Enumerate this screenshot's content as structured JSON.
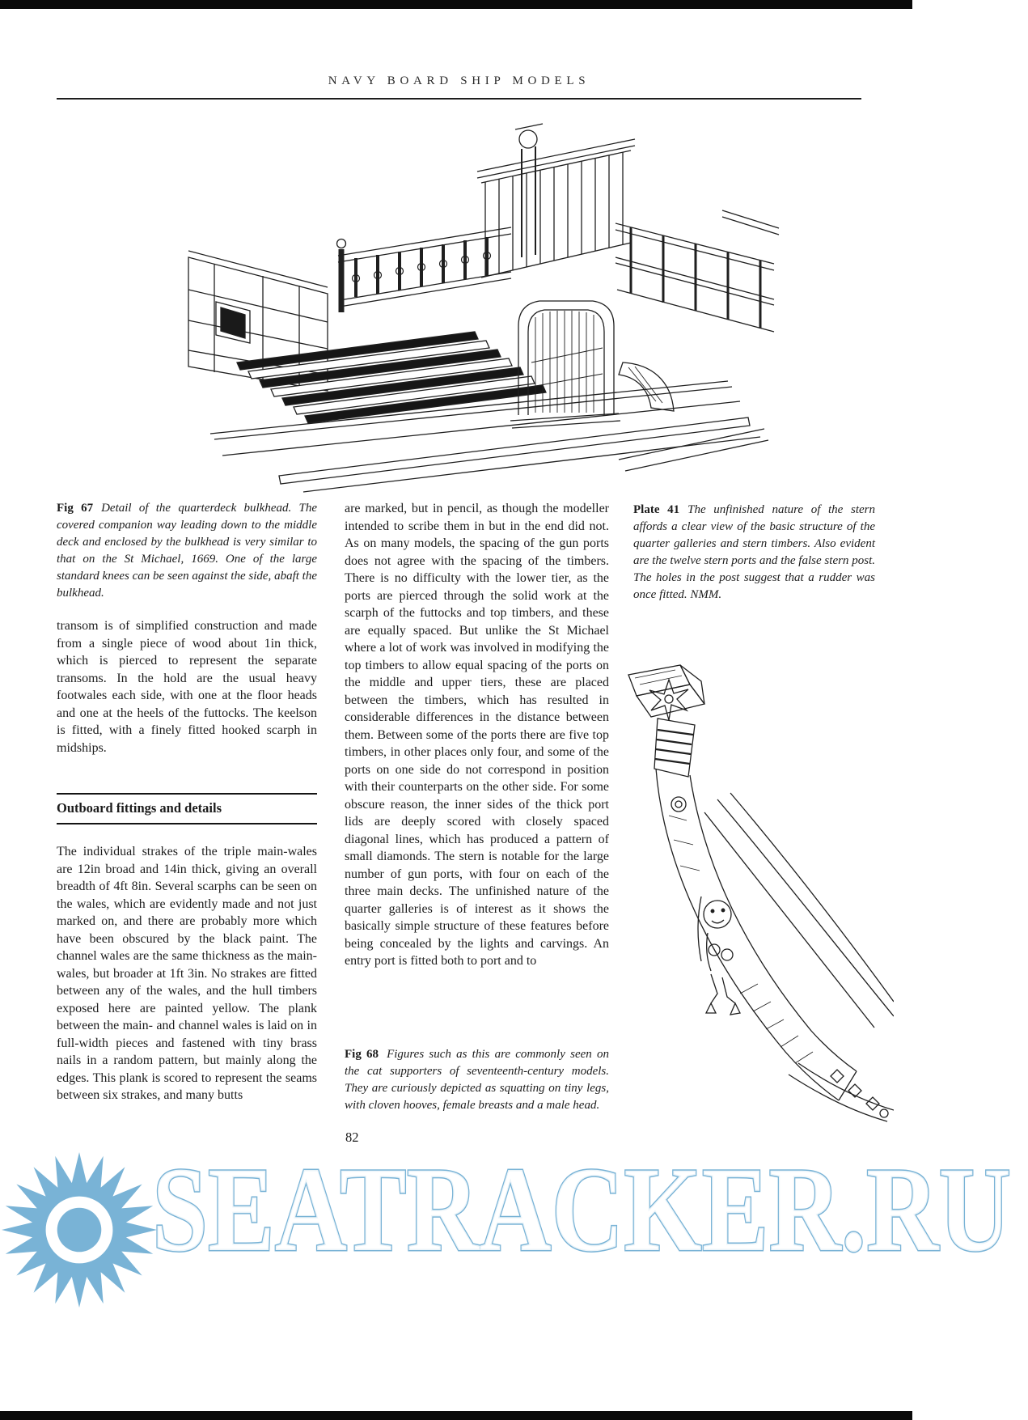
{
  "page": {
    "header": "NAVY BOARD SHIP MODELS",
    "page_number": "82"
  },
  "captions": {
    "fig67_label": "Fig 67",
    "fig67_text": "Detail of the quarterdeck bulkhead. The covered companion way leading down to the middle deck and enclosed by the bulkhead is very similar to that on the St Michael, 1669. One of the large standard knees can be seen against the side, abaft the bulkhead.",
    "fig68_label": "Fig 68",
    "fig68_text": "Figures such as this are commonly seen on the cat supporters of seventeenth-century models. They are curiously depicted as squatting on tiny legs, with cloven hooves, female breasts and a male head.",
    "plate41_label": "Plate 41",
    "plate41_text": "The unfinished nature of the stern affords a clear view of the basic structure of the quarter galleries and stern timbers. Also evident are the twelve stern ports and the false stern post. The holes in the post suggest that a rudder was once fitted. NMM."
  },
  "left_column": {
    "para1": "transom is of simplified construction and made from a single piece of wood about 1in thick, which is pierced to represent the separate transoms. In the hold are the usual heavy footwales each side, with one at the floor heads and one at the heels of the futtocks. The keelson is fitted, with a finely fitted hooked scarph in midships.",
    "heading": "Outboard fittings and details",
    "para2": "The individual strakes of the triple main-wales are 12in broad and 14in thick, giving an overall breadth of 4ft 8in. Several scarphs can be seen on the wales, which are evidently made and not just marked on, and there are probably more which have been obscured by the black paint. The channel wales are the same thickness as the main-wales, but broader at 1ft 3in. No strakes are fitted between any of the wales, and the hull timbers exposed here are painted yellow. The plank between the main- and channel wales is laid on in full-width pieces and fastened with tiny brass nails in a random pattern, but mainly along the edges. This plank is scored to represent the seams between six strakes, and many butts"
  },
  "middle_column": {
    "para1": "are marked, but in pencil, as though the modeller intended to scribe them in but in the end did not. As on many models, the spacing of the gun ports does not agree with the spacing of the timbers. There is no difficulty with the lower tier, as the ports are pierced through the solid work at the scarph of the futtocks and top timbers, and these are equally spaced. But unlike the St Michael where a lot of work was involved in modifying the top timbers to allow equal spacing of the ports on the middle and upper tiers, these are placed between the timbers, which has resulted in considerable differences in the distance between them. Between some of the ports there are five top timbers, in other places only four, and some of the ports on one side do not correspond in position with their counterparts on the other side. For some obscure reason, the inner sides of the thick port lids are deeply scored with closely spaced diagonal lines, which has produced a pattern of small diamonds. The stern is notable for the large number of gun ports, with four on each of the three main decks. The unfinished nature of the quarter galleries is of interest as it shows the basically simple structure of these features before being concealed by the lights and carvings. An entry port is fitted both to port and to"
  },
  "watermark": {
    "text": "SEATRACKER.RU",
    "color": "#79b3d6"
  }
}
